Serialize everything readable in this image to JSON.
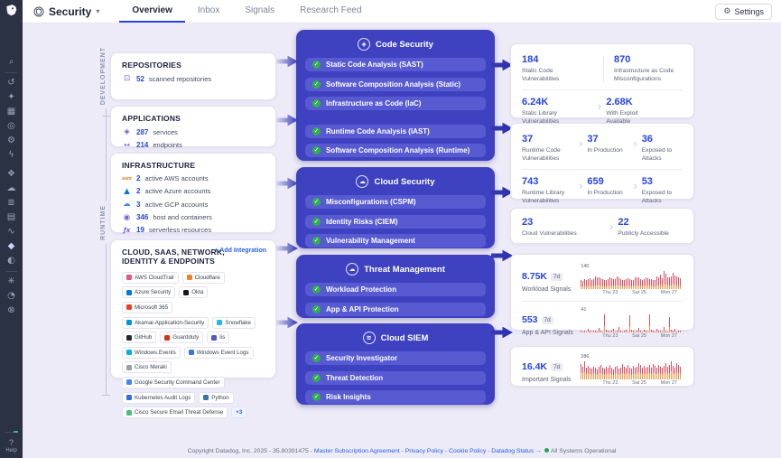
{
  "rail": {
    "icons": [
      {
        "name": "search-icon",
        "glyph": "⌕",
        "divider_after": true
      },
      {
        "name": "history-icon",
        "glyph": "↺"
      },
      {
        "name": "bits-ai-icon",
        "glyph": "✦"
      },
      {
        "name": "infrastructure-icon",
        "glyph": "▦"
      },
      {
        "name": "apm-icon",
        "glyph": "◎"
      },
      {
        "name": "service-management-icon",
        "glyph": "⚙"
      },
      {
        "name": "monitors-icon",
        "glyph": "ϟ",
        "gap_after": true
      },
      {
        "name": "watchdog-icon",
        "glyph": "❖"
      },
      {
        "name": "cloud-icon",
        "glyph": "☁"
      },
      {
        "name": "logs-icon",
        "glyph": "≣"
      },
      {
        "name": "containers-icon",
        "glyph": "▤"
      },
      {
        "name": "network-icon",
        "glyph": "∿"
      },
      {
        "name": "security-icon",
        "glyph": "◆",
        "active": true
      },
      {
        "name": "compliance-icon",
        "glyph": "◐",
        "divider_after": true
      },
      {
        "name": "integrations-icon",
        "glyph": "✳"
      },
      {
        "name": "profiling-icon",
        "glyph": "◔"
      },
      {
        "name": "error-tracking-icon",
        "glyph": "⊗"
      }
    ],
    "help_glyph": "?",
    "help_label": "Help"
  },
  "header": {
    "product": "Security",
    "tabs": [
      {
        "label": "Overview",
        "active": true
      },
      {
        "label": "Inbox",
        "active": false
      },
      {
        "label": "Signals",
        "active": false
      },
      {
        "label": "Research Feed",
        "active": false
      }
    ],
    "settings_label": "Settings"
  },
  "axis": {
    "development": "DEVELOPMENT",
    "runtime": "RUNTIME"
  },
  "left": {
    "repositories": {
      "title": "REPOSITORIES",
      "items": [
        {
          "value": "52",
          "label": "scanned repositories"
        }
      ]
    },
    "applications": {
      "title": "APPLICATIONS",
      "items": [
        {
          "value": "287",
          "label": "services"
        },
        {
          "value": "214",
          "label": "endpoints"
        }
      ]
    },
    "infrastructure": {
      "title": "INFRASTRUCTURE",
      "items": [
        {
          "value": "2",
          "label": "active AWS accounts"
        },
        {
          "value": "2",
          "label": "active Azure accounts"
        },
        {
          "value": "3",
          "label": "active GCP accounts"
        },
        {
          "value": "346",
          "label": "host and containers"
        },
        {
          "value": "19",
          "label": "serverless resources"
        }
      ]
    },
    "integrations": {
      "title": "CLOUD, SAAS, NETWORK, IDENTITY & ENDPOINTS",
      "add_label": "+ Add Integration",
      "pills": [
        {
          "label": "AWS CloudTrail",
          "icon": "aws-cloudtrail-icon",
          "color": "#e4567b"
        },
        {
          "label": "Cloudflare",
          "icon": "cloudflare-icon",
          "color": "#f48120"
        },
        {
          "label": "Azure Security",
          "icon": "azure-security-icon",
          "color": "#0078d4"
        },
        {
          "label": "Okta",
          "icon": "okta-icon",
          "color": "#16181d"
        },
        {
          "label": "Microsoft 365",
          "icon": "microsoft-365-icon",
          "color": "#ea3e23"
        },
        {
          "label": "Akamai-Application-Security",
          "icon": "akamai-icon",
          "color": "#0096d6"
        },
        {
          "label": "Snowflake",
          "icon": "snowflake-icon",
          "color": "#29b5e8"
        },
        {
          "label": "GitHub",
          "icon": "github-icon",
          "color": "#24292f"
        },
        {
          "label": "Guardduty",
          "icon": "guardduty-icon",
          "color": "#d13212"
        },
        {
          "label": "Iis",
          "icon": "iis-icon",
          "color": "#5059c9"
        },
        {
          "label": "Windows.Events",
          "icon": "windows-events-icon",
          "color": "#00adef"
        },
        {
          "label": "Windows Event Logs",
          "icon": "windows-event-logs-icon",
          "color": "#2e7cd6"
        },
        {
          "label": "Cisco Meraki",
          "icon": "cisco-meraki-icon",
          "color": "#9aa0a6"
        },
        {
          "label": "Google Security Command Center",
          "icon": "google-scc-icon",
          "color": "#4285f4"
        },
        {
          "label": "Kubernetes Audit Logs",
          "icon": "kubernetes-icon",
          "color": "#326ce5"
        },
        {
          "label": "Python",
          "icon": "python-icon",
          "color": "#3776ab"
        },
        {
          "label": "Cisco Secure Email Threat Defense",
          "icon": "cisco-email-icon",
          "color": "#49c07e"
        },
        {
          "label": "+3",
          "icon": "more-badge",
          "color": "",
          "more": true
        }
      ]
    }
  },
  "pipeline": [
    {
      "title": "Code Security",
      "icon_glyph": "◈",
      "groups": [
        [
          "Static Code Analysis (SAST)",
          "Software Composition Analysis (Static)",
          "Infrastructure as Code (IaC)"
        ],
        [
          "Runtime Code Analysis (IAST)",
          "Software Composition Analysis (Runtime)"
        ]
      ]
    },
    {
      "title": "Cloud Security",
      "icon_glyph": "☁",
      "groups": [
        [
          "Misconfigurations (CSPM)",
          "Identity Risks (CIEM)",
          "Vulnerability Management"
        ]
      ]
    },
    {
      "title": "Threat Management",
      "icon_glyph": "☁",
      "groups": [
        [
          "Workload Protection",
          "App & API Protection"
        ]
      ]
    },
    {
      "title": "Cloud SIEM",
      "icon_glyph": "≋",
      "groups": [
        [
          "Security Investigator",
          "Threat Detection",
          "Risk Insights"
        ]
      ]
    }
  ],
  "stats": {
    "static_code": {
      "value": "184",
      "label": "Static Code\nVulnerabilities"
    },
    "iac_misconfig": {
      "value": "870",
      "label": "Infrastructure as Code\nMisconfigurations"
    },
    "static_library": {
      "value": "6.24K",
      "label": "Static Library\nVulnerabilities"
    },
    "with_exploit": {
      "value": "2.68K",
      "label": "With Exploit\nAvailable"
    },
    "runtime_code": {
      "value": "37",
      "label": "Runtime Code\nVulnerabilities"
    },
    "runtime_code_prod": {
      "value": "37",
      "label": "In Production"
    },
    "runtime_code_exposed": {
      "value": "36",
      "label": "Exposed to\nAttacks"
    },
    "runtime_library": {
      "value": "743",
      "label": "Runtime Library\nVulnerabilities"
    },
    "runtime_library_prod": {
      "value": "659",
      "label": "In Production"
    },
    "runtime_library_exposed": {
      "value": "53",
      "label": "Exposed to\nAttacks"
    },
    "cloud_vulns": {
      "value": "23",
      "label": "Cloud Vulnerabilities"
    },
    "publicly_accessible": {
      "value": "22",
      "label": "Publicly Accessible"
    }
  },
  "signals": [
    {
      "value": "8.75K",
      "period": "7d",
      "label": "Workload Signals"
    },
    {
      "value": "553",
      "period": "7d",
      "label": "App & API Signals"
    },
    {
      "value": "16.4K",
      "period": "7d",
      "label": "Important Signals"
    }
  ],
  "chart_data": [
    {
      "type": "bar",
      "title": "Workload Signals (7d)",
      "ymax": 140,
      "max_label": "140",
      "xticks": [
        "Thu 23",
        "Sat 25",
        "Mon 27"
      ],
      "colors": {
        "primary": "#dd4f63",
        "secondary": "#f09c4a"
      },
      "orange_fraction": 0.3,
      "values": [
        72,
        66,
        74,
        68,
        78,
        82,
        70,
        76,
        96,
        90,
        88,
        86,
        74,
        70,
        68,
        74,
        92,
        86,
        78,
        74,
        98,
        90,
        74,
        70,
        68,
        76,
        84,
        78,
        72,
        70,
        90,
        94,
        90,
        76,
        72,
        78,
        92,
        86,
        80,
        76,
        72,
        70,
        96,
        90,
        112,
        86,
        140,
        118,
        94,
        88,
        98,
        126,
        104,
        96,
        90,
        84
      ]
    },
    {
      "type": "bar",
      "title": "App & API Signals (7d)",
      "ymax": 41,
      "max_label": "41",
      "xticks": [
        "Thu 23",
        "Sat 25",
        "Mon 27"
      ],
      "colors": {
        "primary": "#dd4f63",
        "secondary": "#f09c4a"
      },
      "orange_fraction": 0.35,
      "values": [
        4,
        3,
        5,
        3,
        8,
        4,
        3,
        5,
        4,
        3,
        10,
        4,
        3,
        41,
        6,
        4,
        3,
        5,
        8,
        3,
        4,
        12,
        5,
        3,
        4,
        6,
        3,
        38,
        7,
        4,
        3,
        5,
        10,
        4,
        3,
        6,
        4,
        3,
        41,
        6,
        4,
        3,
        8,
        4,
        5,
        3,
        12,
        4,
        3,
        35,
        6,
        4,
        8,
        3,
        5,
        4
      ]
    },
    {
      "type": "bar",
      "title": "Important Signals (7d)",
      "ymax": 286,
      "max_label": "286",
      "xticks": [
        "Thu 23",
        "Sat 25",
        "Mon 27"
      ],
      "colors": {
        "primary": "#dd4f63",
        "secondary": "#f09c4a"
      },
      "orange_fraction": 0.45,
      "values": [
        240,
        200,
        286,
        182,
        212,
        192,
        172,
        202,
        182,
        162,
        202,
        222,
        182,
        172,
        202,
        192,
        232,
        182,
        162,
        202,
        212,
        172,
        192,
        242,
        202,
        182,
        232,
        192,
        172,
        212,
        182,
        202,
        252,
        232,
        192,
        212,
        182,
        202,
        222,
        192,
        242,
        212,
        192,
        232,
        202,
        182,
        212,
        262,
        202,
        232,
        280,
        212,
        192,
        252,
        222,
        202
      ]
    }
  ],
  "footer": {
    "copyright": "Copyright Datadog, Inc. 2025",
    "build": "35.80391475",
    "separator": " - ",
    "links": [
      "Master Subscription Agreement",
      "Privacy Policy",
      "Cookie Policy",
      "Datadog Status →"
    ],
    "status": "All Systems Operational",
    "status_color": "#23a55a"
  }
}
